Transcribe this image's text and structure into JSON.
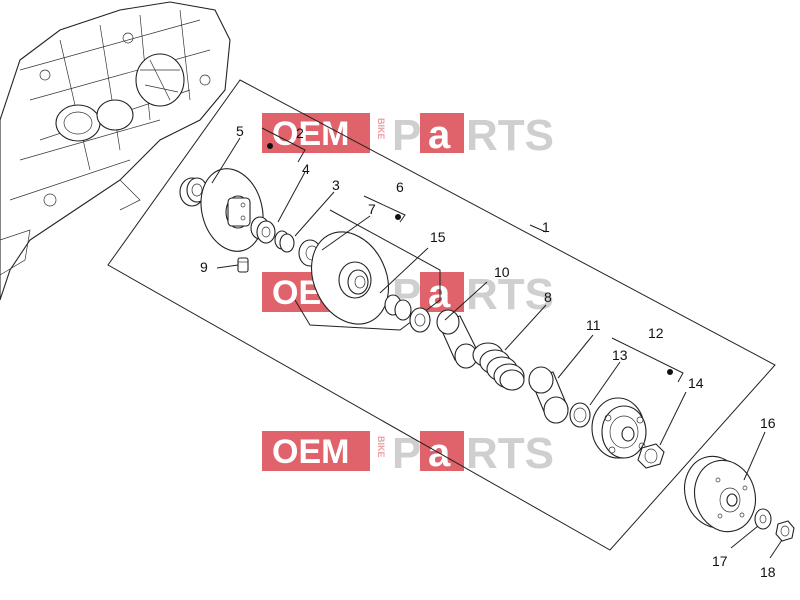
{
  "watermark": {
    "oem_text": "OEM",
    "bike_text": "BIKE",
    "parts_p": "P",
    "parts_a": "a",
    "parts_rest": "RTS",
    "colors": {
      "red": "#e0636b",
      "gray": "#cfcfcf"
    }
  },
  "callouts": [
    {
      "id": "1",
      "label": "1"
    },
    {
      "id": "2",
      "label": "2"
    },
    {
      "id": "3",
      "label": "3"
    },
    {
      "id": "4",
      "label": "4"
    },
    {
      "id": "5",
      "label": "5"
    },
    {
      "id": "6",
      "label": "6"
    },
    {
      "id": "7",
      "label": "7"
    },
    {
      "id": "8",
      "label": "8"
    },
    {
      "id": "9",
      "label": "9"
    },
    {
      "id": "10",
      "label": "10"
    },
    {
      "id": "11",
      "label": "11"
    },
    {
      "id": "12",
      "label": "12"
    },
    {
      "id": "13",
      "label": "13"
    },
    {
      "id": "14",
      "label": "14"
    },
    {
      "id": "15",
      "label": "15"
    },
    {
      "id": "16",
      "label": "16"
    },
    {
      "id": "17",
      "label": "17"
    },
    {
      "id": "18",
      "label": "18"
    }
  ]
}
